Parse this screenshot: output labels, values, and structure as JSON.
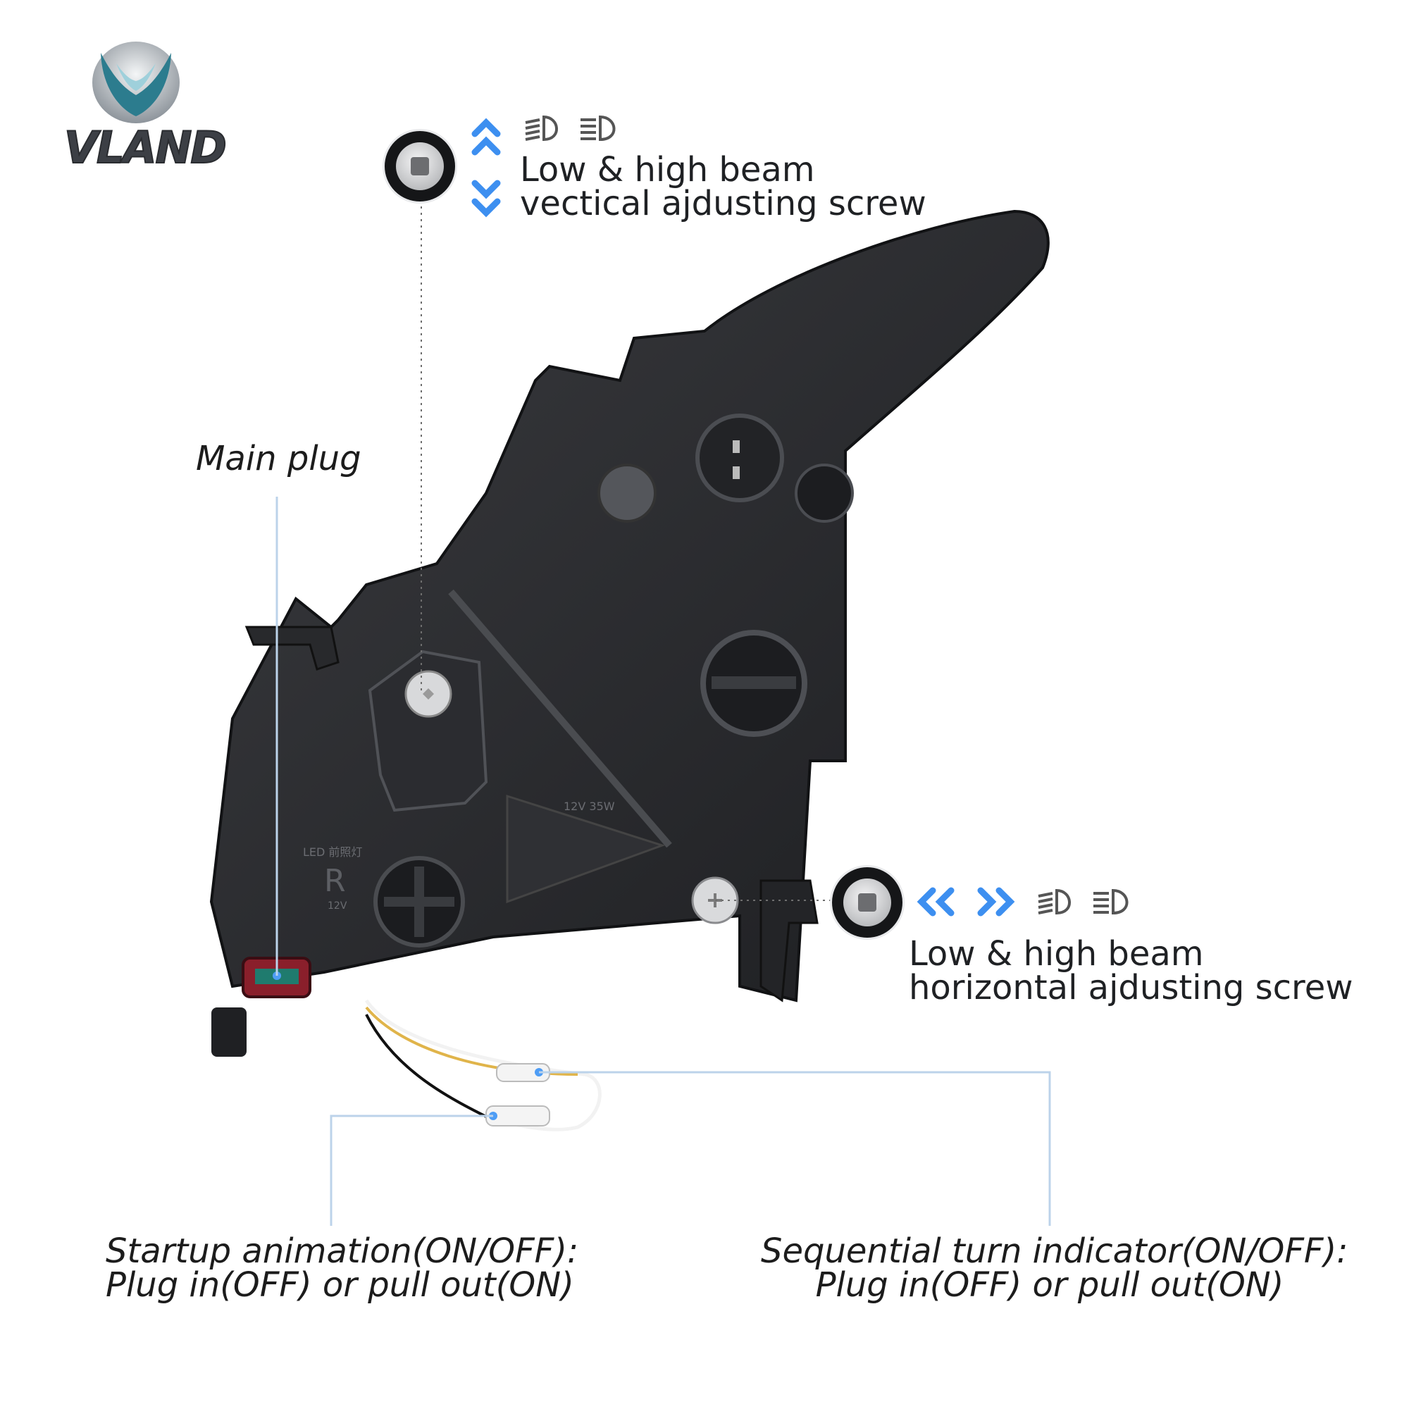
{
  "brand": {
    "name": "VLAND",
    "logo_icon": "vland-wings-logo",
    "colors": {
      "teal": "#2c7c8e",
      "silver": "#9aa1a8"
    }
  },
  "callouts": {
    "vertical": {
      "icon": "up-down-arrows-icon",
      "line1": "Low & high beam",
      "line2": "vectical ajdusting screw"
    },
    "horizontal": {
      "icon": "left-right-arrows-icon",
      "line1": "Low & high beam",
      "line2": "horizontal ajdusting screw"
    },
    "main_plug": {
      "label": "Main plug"
    },
    "startup": {
      "line1": "Startup animation(ON/OFF):",
      "line2": "Plug in(OFF) or pull out(ON)"
    },
    "sequential": {
      "line1": "Sequential turn indicator(ON/OFF):",
      "line2": "Plug in(OFF) or pull out(ON)"
    }
  },
  "housing_marks": {
    "wattage": "12V 35W",
    "led_label": "LED 前照灯",
    "side": "R",
    "volt": "12V"
  },
  "colors": {
    "accent_blue": "#3d8ff0",
    "leader_line": "#bcd3ea",
    "housing": "#2a2b2e"
  }
}
